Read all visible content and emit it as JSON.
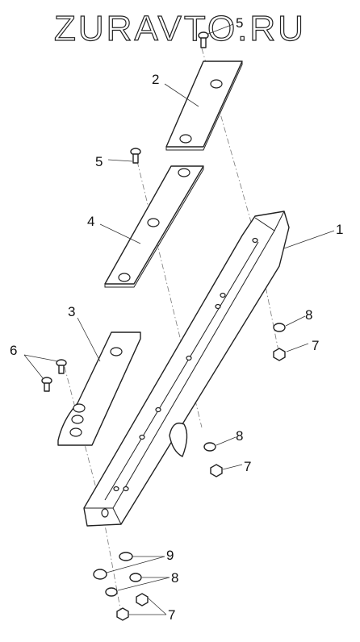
{
  "watermark": "ZURAVTO.RU",
  "callouts": {
    "c1": "1",
    "c2": "2",
    "c3": "3",
    "c4": "4",
    "c5a": "5",
    "c5b": "5",
    "c6": "6",
    "c7a": "7",
    "c7b": "7",
    "c7c": "7",
    "c8a": "8",
    "c8b": "8",
    "c8c": "8",
    "c9": "9"
  },
  "colors": {
    "line": "#222222",
    "background": "#ffffff"
  }
}
